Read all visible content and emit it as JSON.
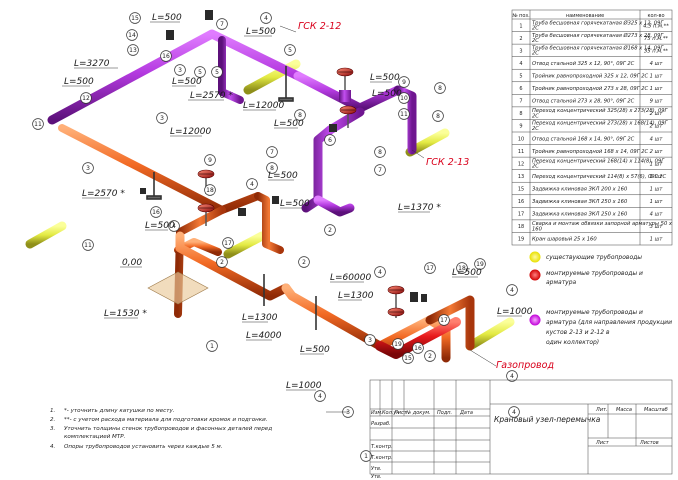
{
  "colors": {
    "existing": "#f2f034",
    "mounted": "#e8191b",
    "mounted_combined": "#ce1fe6",
    "pipe_orange": "#f26a24",
    "pipe_purple": "#b43ae0",
    "pipe_yellow": "#e3ea43",
    "label_red": "#d9001b"
  },
  "pipe_labels": {
    "gsk_212": "ГСК 2-12",
    "gsk_213": "ГСК 2-13",
    "gazoprovod": "Газопровод"
  },
  "dimensions": {
    "d1": "L=500",
    "d2": "L=500",
    "d3": "L=3270",
    "d4": "L=500",
    "d5": "L=2570 *",
    "d6": "L=12000",
    "d7": "L=2570 *",
    "d8": "L=500",
    "d9": "L=500",
    "d10": "L=500",
    "d11": "L=12000",
    "d12": "L=500",
    "d13": "L=500",
    "d14": "L=500",
    "d15": "L=1370 *",
    "d16": "0,00",
    "d17": "L=1530 *",
    "d18": "L=1300",
    "d19": "L=4000",
    "d20": "L=60000",
    "d21": "L=1300",
    "d22": "L=500",
    "d23": "L=500",
    "d24": "L=1000",
    "d25": "L=500",
    "d26": "L=1000"
  },
  "spec_table": {
    "headers": [
      "№ поз.",
      "наименование",
      "кол-во"
    ],
    "rows": [
      [
        "1",
        "Труба бесшовная горячекатаная Ø325 х 12, 09Г 2С",
        "4,5 п.м.**"
      ],
      [
        "2",
        "Труба бесшовная горячекатаная Ø273 х 28, 09Г 2С",
        "75 п.м.**"
      ],
      [
        "3",
        "Труба бесшовная горячекатаная Ø168 х 14, 09Г 2С",
        "35 п.м.**"
      ],
      [
        "4",
        "Отвод стальной 325 х 12, 90°, 09Г 2С",
        "4 шт"
      ],
      [
        "5",
        "Тройник равнопроходной 325 х 12, 09Г 2С",
        "1 шт"
      ],
      [
        "6",
        "Тройник равнопроходной 273 х 28, 09Г 2С",
        "1 шт"
      ],
      [
        "7",
        "Отвод стальной 273 х 28, 90°, 09Г 2С",
        "9 шт"
      ],
      [
        "8",
        "Переход концентрический 325(28) х 273(28), 09Г 2С",
        "2 шт"
      ],
      [
        "9",
        "Переход концентрический 273(28) х 168(14), 09Г 2С",
        "2 шт"
      ],
      [
        "10",
        "Отвод стальной 168 х 14, 90°, 09Г 2С",
        "4 шт"
      ],
      [
        "11",
        "Тройник равнопроходной 168 х 14, 09Г 2С",
        "2 шт"
      ],
      [
        "12",
        "Переход концентрический 168(14) х 114(8), 09Г 2С",
        "1 шт"
      ],
      [
        "13",
        "Переход концентрический 114(8) х 57(6), 09Г 2С",
        "1 шт"
      ],
      [
        "15",
        "Задвижка клиновая ЗКЛ 200 х 160",
        "1 шт"
      ],
      [
        "16",
        "Задвижка клиновая ЗКЛ 250 х 160",
        "1 шт"
      ],
      [
        "17",
        "Задвижка клиновая ЗКЛ 250 х 160",
        "4 шт"
      ],
      [
        "18",
        "Сварка и монтаж обвязки запорной арматуры 50 х 160",
        "3 шт"
      ],
      [
        "19",
        "Кран шаровый 25 х 160",
        "1 шт"
      ]
    ]
  },
  "legend": [
    {
      "text": "существующие трубопроводы"
    },
    {
      "text": "монтируемые трубопроводы и арматура"
    },
    {
      "text": "монтируемые трубопроводы и арматура (для направления продукции кустов 2-13 и 2-12 в один коллектор)"
    }
  ],
  "notes": [
    {
      "num": "1.",
      "text": "*- уточнить длину катушки по месту."
    },
    {
      "num": "2.",
      "text": "**- с учетом расхода материала для подготовки кромок и подгонки."
    },
    {
      "num": "3.",
      "text": "Уточнить толщины стенок трубопроводов и фасонных деталей перед комплектацией МТР."
    },
    {
      "num": "4.",
      "text": "Опоры трубопроводов установить через каждые 5 м."
    }
  ],
  "title_block": {
    "title": "Крановый узел-перемычка",
    "headers": [
      "Изм.",
      "Кол.уч",
      "Лист",
      "№ докум.",
      "Подп.",
      "Дата"
    ],
    "roles": [
      "Разраб.",
      "Т.контр.",
      "Т.контр.",
      "Утв.",
      "Утв."
    ],
    "cells": {
      "lit": "Лит.",
      "mass": "Масса",
      "scale": "Масштаб",
      "sheet": "Лист",
      "sheets": "Листов"
    }
  },
  "callouts": [
    "1",
    "2",
    "3",
    "4",
    "5",
    "6",
    "7",
    "8",
    "9",
    "10",
    "11",
    "12",
    "13",
    "14",
    "15",
    "16",
    "17",
    "18",
    "19"
  ]
}
